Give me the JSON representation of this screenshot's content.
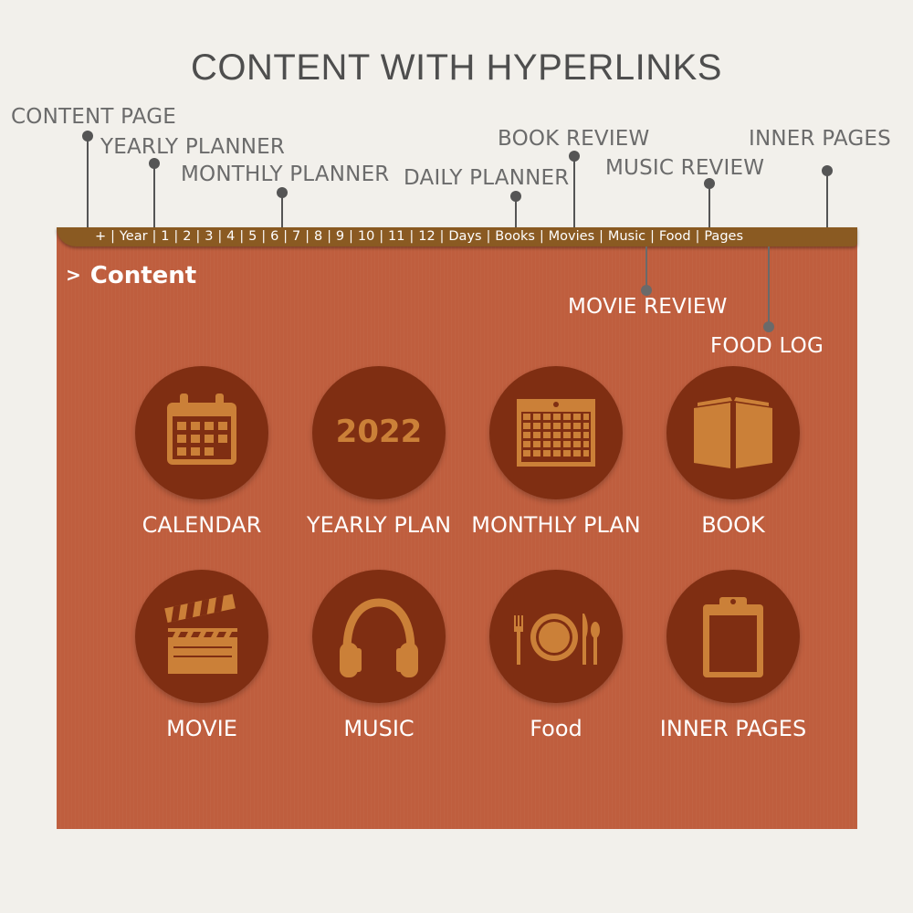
{
  "title": "CONTENT WITH HYPERLINKS",
  "callouts": {
    "content_page": "CONTENT PAGE",
    "yearly_planner": "YEARLY PLANNER",
    "monthly_planner": "MONTHLY PLANNER",
    "daily_planner": "DAILY PLANNER",
    "book_review": "BOOK REVIEW",
    "music_review": "MUSIC REVIEW",
    "inner_pages": "INNER PAGES",
    "movie_review": "MOVIE REVIEW",
    "food_log": "FOOD LOG"
  },
  "tabs": [
    "+",
    "Year",
    "1",
    "2",
    "3",
    "4",
    "5",
    "6",
    "7",
    "8",
    "9",
    "10",
    "11",
    "12",
    "Days",
    "Books",
    "Movies",
    "Music",
    "Food",
    "Pages"
  ],
  "heading": {
    "chevron": ">",
    "text": "Content"
  },
  "tiles": [
    {
      "label": "CALENDAR",
      "icon": "calendar-icon"
    },
    {
      "label": "YEARLY PLAN",
      "icon": "year-2022-icon",
      "year": "2022"
    },
    {
      "label": "MONTHLY PLAN",
      "icon": "monthly-calendar-icon"
    },
    {
      "label": "BOOK",
      "icon": "book-icon"
    },
    {
      "label": "MOVIE",
      "icon": "clapperboard-icon"
    },
    {
      "label": "MUSIC",
      "icon": "headphones-icon"
    },
    {
      "label": "Food",
      "icon": "plate-cutlery-icon"
    },
    {
      "label": "INNER PAGES",
      "icon": "clipboard-icon"
    }
  ],
  "colors": {
    "background": "#f2f0eb",
    "page": "#bf5e3e",
    "tab_bar": "#8a5a22",
    "circle": "#7f2e12",
    "icon": "#cb8038"
  }
}
